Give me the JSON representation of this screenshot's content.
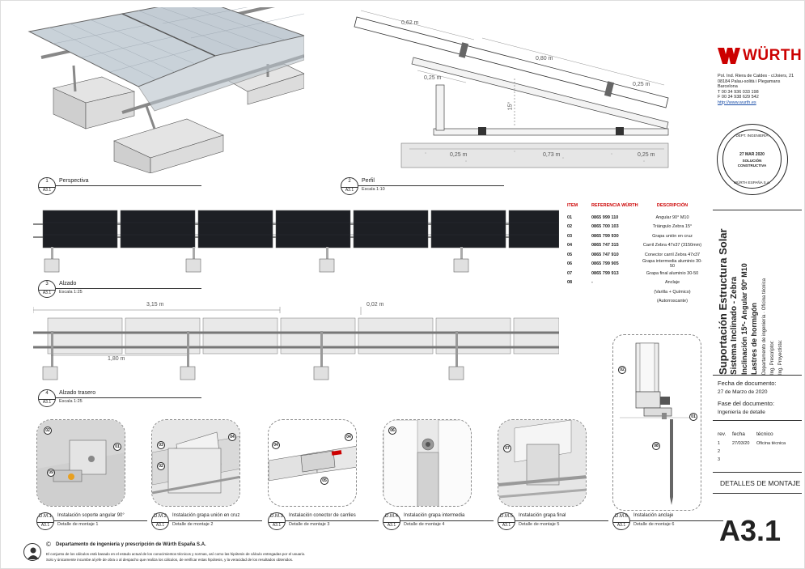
{
  "brand": {
    "name": "WÜRTH",
    "color": "#cc0000",
    "address": [
      "Pol. Ind. Riera de Caldes - c/Joiers, 21",
      "08184 Palau-solità i Plegamans",
      "Barcelona",
      "T 00 34 936 033 198",
      "F 00 34 938 629 542",
      "http://www.wurth.es"
    ]
  },
  "stamp": {
    "top": "DEPT. INGENIERÍA",
    "date": "27 MAR 2020",
    "line1": "SOLUCIÓN",
    "line2": "CONSTRUCTIVA",
    "bottom": "WÜRTH   ESPAÑA S.A."
  },
  "views": [
    {
      "num": "1",
      "sheet": "A3.1",
      "title": "Perspectiva",
      "scale": ""
    },
    {
      "num": "2",
      "sheet": "A3.1",
      "title": "Perfil",
      "scale": "Escala 1:10"
    },
    {
      "num": "3",
      "sheet": "A3.1",
      "title": "Alzado",
      "scale": "Escala 1:25"
    },
    {
      "num": "4",
      "sheet": "A3.1",
      "title": "Alzado trasero",
      "scale": "Escala 1:25"
    }
  ],
  "profile_dims": {
    "d1": "0,62 m",
    "d2": "0,80 m",
    "d3": "0,25 m",
    "d4": "0,25 m",
    "angle": "15°",
    "b1": "0,25 m",
    "b2": "0,73 m",
    "b3": "0,25 m"
  },
  "elevation_dims": {
    "span": "3,15 m",
    "gap": "0,02 m",
    "rear": "1,80 m"
  },
  "parts_table": {
    "headers": [
      "ITEM",
      "REFERENCIA WÜRTH",
      "DESCRIPCIÓN"
    ],
    "rows": [
      [
        "01",
        "0865 999 110",
        "Angular 90° M10"
      ],
      [
        "02",
        "0865 700 103",
        "Triángulo Zebra 15°"
      ],
      [
        "03",
        "0865 799 930",
        "Grapa unión en cruz"
      ],
      [
        "04",
        "0865 747 315",
        "Carril Zebra 47x37 (3150mm)"
      ],
      [
        "05",
        "0865 747 910",
        "Conector carril Zebra 47x37"
      ],
      [
        "06",
        "0865 799 905",
        "Grapa intermedia aluminio 30-50"
      ],
      [
        "07",
        "0865 799 913",
        "Grapa final aluminio 30-50"
      ],
      [
        "08",
        "-",
        "Anclaje"
      ],
      [
        "",
        "",
        "(Varilla + Químico)"
      ],
      [
        "",
        "",
        "(Autorroscante)"
      ]
    ]
  },
  "title_block": {
    "title": "Suportación Estructura Solar",
    "line1": "Sistema Inclinado - Zebra",
    "line2": "Inclinación 15º- Angular 90º M10",
    "line3": "Lastres de hormigón",
    "dept": "Departamento de ingeniería · Oficina técnica",
    "presc": "Ing. Prescriptor:",
    "proj": "Ing. Proyectista:",
    "doc_date_label": "Fecha de documento:",
    "doc_date": "27 de Marzo de 2020",
    "phase_label": "Fase del documento:",
    "phase": "Ingeniería de detalle",
    "rev_headers": [
      "rev.",
      "fecha",
      "técnico"
    ],
    "revs": [
      [
        "1",
        "27/03/20",
        "Oficina técnica"
      ],
      [
        "2",
        "",
        ""
      ],
      [
        "3",
        "",
        ""
      ]
    ],
    "section": "DETALLES DE MONTAJE",
    "sheet": "A3.1"
  },
  "details": [
    {
      "code": "D.M.1",
      "sheet": "A3.1",
      "title": "Instalación soporte angular 90°",
      "sub": "Detalle de montaje 1"
    },
    {
      "code": "D.M.2",
      "sheet": "A3.1",
      "title": "Instalación grapa unión en cruz",
      "sub": "Detalle de montaje 2"
    },
    {
      "code": "D.M.3",
      "sheet": "A3.1",
      "title": "Instalación conector de carriles",
      "sub": "Detalle de montaje 3"
    },
    {
      "code": "D.M.4",
      "sheet": "A3.1",
      "title": "Instalación grapa intermedia",
      "sub": "Detalle de montaje 4"
    },
    {
      "code": "D.M.5",
      "sheet": "A3.1",
      "title": "Instalación grapa final",
      "sub": "Detalle de montaje 5"
    },
    {
      "code": "D.M.6",
      "sheet": "A3.1",
      "title": "Instalación anclaje",
      "sub": "Detalle de montaje 6"
    }
  ],
  "footer": {
    "copyright": "©",
    "dept": "Departamento de ingeniería y prescripción de Würth España S.A.",
    "note1": "El conjunto de los cálculos está basado en el estado actual de los conocimientos técnicos y normas, así como las hipótesis de cálculo entregadas por el usuario.",
    "note2": "Solo y únicamente incumbe al jefe de obra o al despacho que realiza los cálculos, de verificar estas hipótesis, y la veracidad de los resultados obtenidos."
  }
}
